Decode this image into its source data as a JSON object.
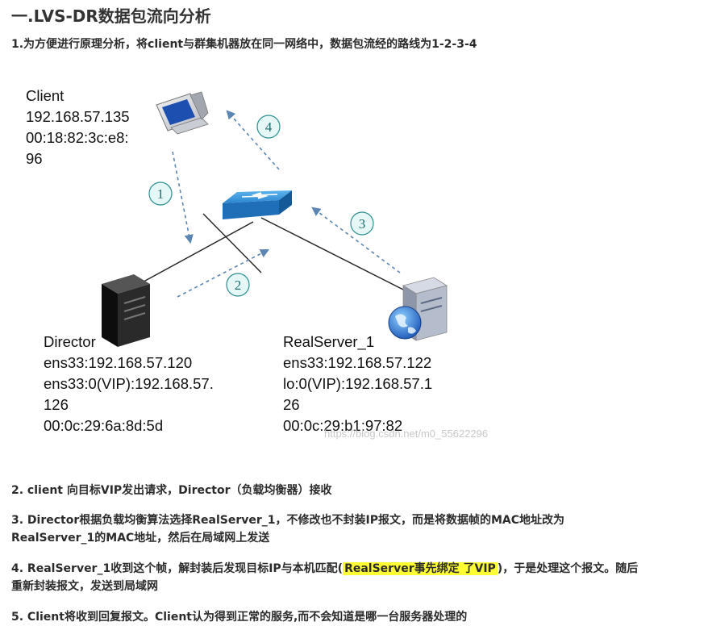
{
  "heading": "一.LVS-DR数据包流向分析",
  "intro": "1.为方便进行原理分析，将client与群集机器放在同一网络中，数据包流经的路线为1-2-3-4",
  "diagram": {
    "client": {
      "name": "Client",
      "ip": "192.168.57.135",
      "mac_line1": "00:18:82:3c:e8:",
      "mac_line2": "96"
    },
    "director": {
      "name": "Director",
      "ens33": "ens33:192.168.57.120",
      "vip_line1": "ens33:0(VIP):192.168.57.",
      "vip_line2": "126",
      "mac": "00:0c:29:6a:8d:5d"
    },
    "realserver": {
      "name": "RealServer_1",
      "ens33": "ens33:192.168.57.122",
      "vip_line1": "lo:0(VIP):192.168.57.1",
      "vip_line2": "26",
      "mac": "00:0c:29:b1:97:82"
    },
    "steps": [
      "1",
      "2",
      "3",
      "4"
    ],
    "watermark": "https://blog.csdn.net/m0_55622296"
  },
  "step2": "2. client 向目标VIP发出请求，Director（负载均衡器）接收",
  "step3_line1": "3. Director根据负载均衡算法选择RealServer_1，不修改也不封装IP报文，而是将数据帧的MAC地址改为",
  "step3_line2": "RealServer_1的MAC地址，然后在局域网上发送",
  "step4_pre": "4. RealServer_1收到这个帧，解封装后发现目标IP与本机匹配(",
  "step4_highlight": "RealServer事先绑定 了VIP",
  "step4_post": ")，于是处理这个报文。随后",
  "step4_line2": "重新封装报文，发送到局域网",
  "step5": "5. Client将收到回复报文。Client认为得到正常的服务,而不会知道是哪一台服务器处理的",
  "colors": {
    "arrow": "#5b86b3",
    "circle_fill": "#e6f7f7",
    "circle_stroke": "#2c8f8f",
    "switch": "#2a86d1",
    "highlight": "#ffff33"
  }
}
